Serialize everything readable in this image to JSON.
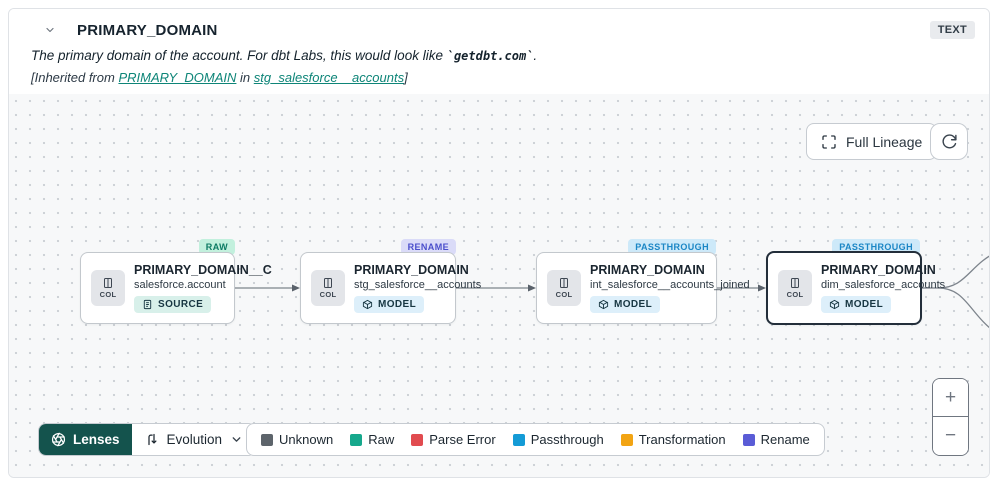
{
  "header": {
    "title": "PRIMARY_DOMAIN",
    "type_badge": "TEXT",
    "description": {
      "prefix": "The primary domain of the account. For dbt Labs, this would look like ",
      "code": "`getdbt.com`",
      "suffix": "."
    },
    "inherited": {
      "prefix": "[Inherited from ",
      "column_link": "PRIMARY_DOMAIN",
      "middle": " in ",
      "model_link": "stg_salesforce__accounts",
      "suffix": "]"
    }
  },
  "canvas": {
    "full_lineage_button": "Full Lineage",
    "zoom_in": "+",
    "zoom_out": "−"
  },
  "nodes": [
    {
      "tag": "RAW",
      "tag_bg": "#c2f0dd",
      "tag_color": "#0c7a63",
      "col_label": "COL",
      "title": "PRIMARY_DOMAIN__C",
      "subtitle": "salesforce.account",
      "badge": "SOURCE",
      "badge_bg": "#d8f0ea"
    },
    {
      "tag": "RENAME",
      "tag_bg": "#dadbf8",
      "tag_color": "#4a4ecb",
      "col_label": "COL",
      "title": "PRIMARY_DOMAIN",
      "subtitle": "stg_salesforce__accounts",
      "badge": "MODEL",
      "badge_bg": "#ddeffa"
    },
    {
      "tag": "PASSTHROUGH",
      "tag_bg": "#cde9f9",
      "tag_color": "#1b86c5",
      "col_label": "COL",
      "title": "PRIMARY_DOMAIN",
      "subtitle": "int_salesforce__accounts_joined",
      "badge": "MODEL",
      "badge_bg": "#ddeffa"
    },
    {
      "tag": "PASSTHROUGH",
      "tag_bg": "#cde9f9",
      "tag_color": "#1b86c5",
      "col_label": "COL",
      "title": "PRIMARY_DOMAIN",
      "subtitle": "dim_salesforce_accounts",
      "badge": "MODEL",
      "badge_bg": "#ddeffa"
    }
  ],
  "lenses": {
    "button_label": "Lenses",
    "selected_lens": "Evolution"
  },
  "legend": {
    "items": [
      {
        "label": "Unknown",
        "color": "#5d646b"
      },
      {
        "label": "Raw",
        "color": "#16a88c"
      },
      {
        "label": "Parse Error",
        "color": "#e14b4f"
      },
      {
        "label": "Passthrough",
        "color": "#149bd6"
      },
      {
        "label": "Transformation",
        "color": "#f2a413"
      },
      {
        "label": "Rename",
        "color": "#5a5cd6"
      }
    ]
  },
  "colors": {
    "link": "#0e8578",
    "lenses_button_bg": "#14534d",
    "canvas_bg": "#f7f8f9"
  }
}
